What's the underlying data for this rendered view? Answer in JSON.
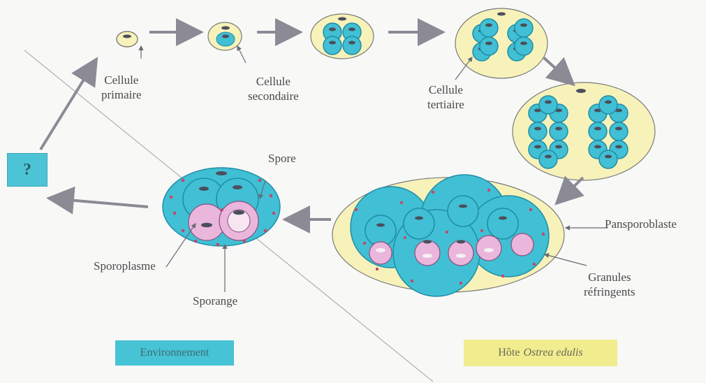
{
  "labels": {
    "cellule_primaire": [
      "Cellule",
      "primaire"
    ],
    "cellule_secondaire": [
      "Cellule",
      "secondaire"
    ],
    "cellule_tertiaire": [
      "Cellule",
      "tertiaire"
    ],
    "spore": "Spore",
    "pansporoblaste": "Pansporoblaste",
    "granules_refringents": [
      "Granules",
      "réfringents"
    ],
    "sporoplasme": "Sporoplasme",
    "sporange": "Sporange"
  },
  "unknown_stage": "?",
  "legend": {
    "environment": "Environnement",
    "host_prefix": "Hôte",
    "host_species": "Ostrea edulis"
  },
  "colors": {
    "cyan": "#41bfd4",
    "dark_cyan": "#1f8ea6",
    "yellow": "#f4ee9c",
    "pink": "#eab6dc",
    "arrow": "#8c8a94",
    "granule": "#c4466a"
  }
}
